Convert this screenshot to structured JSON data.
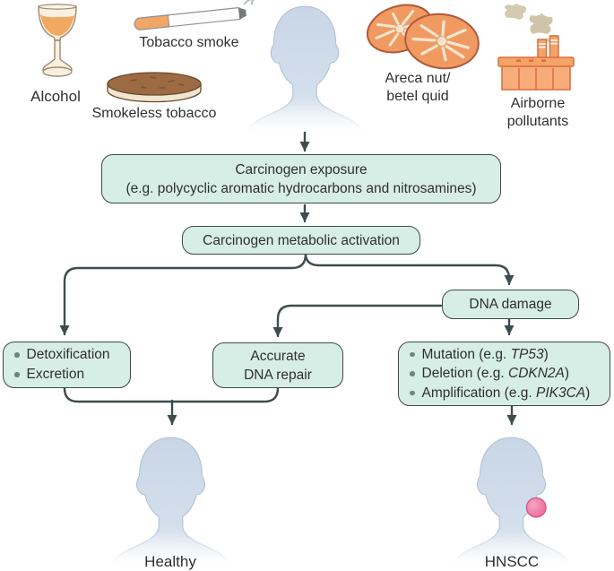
{
  "figure": {
    "description_domain": "carcinogenesis flow diagram"
  },
  "colors": {
    "box-fill": "#d7eee6",
    "box-border": "#3c4a4a",
    "arrow": "#3f4c4d",
    "text": "#2f2f2f",
    "bullet": "#6f8585",
    "accent-orange": "#f5a36b",
    "tumor-pink": "#ee7ca6",
    "head-blue": "#cdd9e7"
  },
  "icons": {
    "wine-glass-icon": "glass of alcohol",
    "cigarette-icon": "lit cigarette",
    "tobacco-puck-icon": "smokeless tobacco tin",
    "person-head-icon": "human head silhouette (back view)",
    "areca-nut-icon": "two areca nut slices",
    "factory-icon": "factory with smoking chimneys",
    "tumor-icon": "pink neck tumour"
  },
  "exposures": {
    "alcohol": {
      "label": "Alcohol"
    },
    "tobacco_smoke": {
      "label": "Tobacco smoke"
    },
    "smokeless_tobacco": {
      "label": "Smokeless tobacco"
    },
    "areca": {
      "label_line1": "Areca nut/",
      "label_line2": "betel quid"
    },
    "airborne": {
      "label_line1": "Airborne",
      "label_line2": "pollutants"
    }
  },
  "flow": {
    "exposure_box": {
      "line1": "Carcinogen exposure",
      "line2": "(e.g. polycyclic aromatic hydrocarbons and nitrosamines)"
    },
    "metabolic_box": {
      "label": "Carcinogen metabolic activation"
    },
    "dna_damage_box": {
      "label": "DNA damage"
    },
    "detox_box": {
      "items": [
        "Detoxification",
        "Excretion"
      ]
    },
    "repair_box": {
      "line1": "Accurate",
      "line2": "DNA repair"
    },
    "mutation_box": {
      "items": [
        {
          "prefix": "Mutation (e.g. ",
          "gene": "TP53",
          "suffix": ")"
        },
        {
          "prefix": "Deletion (e.g. ",
          "gene": "CDKN2A",
          "suffix": ")"
        },
        {
          "prefix": "Amplification (e.g. ",
          "gene": "PIK3CA",
          "suffix": ")"
        }
      ]
    }
  },
  "outcomes": {
    "healthy": {
      "label": "Healthy"
    },
    "hnscc": {
      "label": "HNSCC"
    }
  }
}
